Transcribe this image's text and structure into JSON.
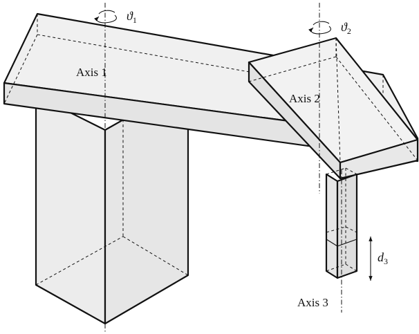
{
  "axes": [
    {
      "label": "Axis 1",
      "joint_symbol": "ϑ",
      "joint_index": "1"
    },
    {
      "label": "Axis 2",
      "joint_symbol": "ϑ",
      "joint_index": "2"
    },
    {
      "label": "Axis 3",
      "joint_symbol": "d",
      "joint_index": "3"
    }
  ],
  "colors": {
    "body_fill": "#ececec",
    "stroke": "#111111"
  }
}
